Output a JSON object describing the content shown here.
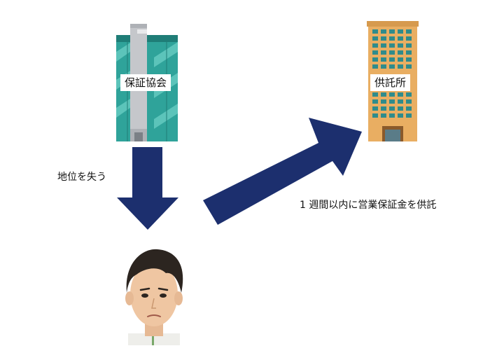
{
  "labels": {
    "association": "保証協会",
    "deposit_office": "供託所",
    "lose_status": "地位を失う",
    "deposit_within_week": "1 週間以内に営業保証金を供託"
  },
  "icons": {
    "association": "glass-office-building-icon",
    "deposit_office": "brick-office-building-icon",
    "person": "person-avatar-icon"
  },
  "colors": {
    "arrow": "#1c2f6e",
    "glass": "#2fa39a",
    "core": "#c5c7cb",
    "brick": "#e9ae62",
    "window": "#2f8c8c"
  }
}
